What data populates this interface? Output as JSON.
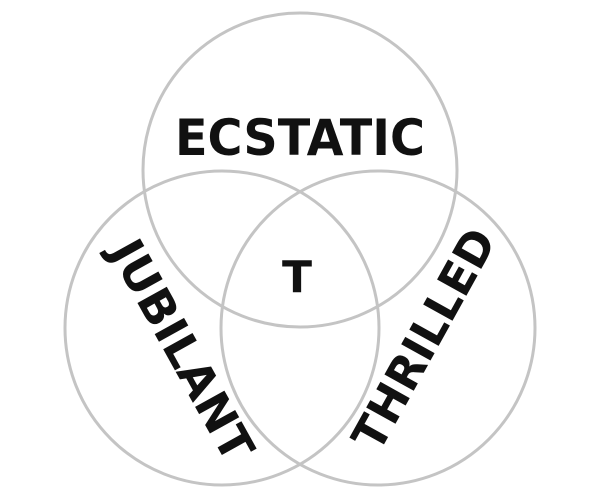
{
  "diagram": {
    "sets": [
      {
        "id": "top",
        "label": "ECSTATIC"
      },
      {
        "id": "left",
        "label": "JUBILANT"
      },
      {
        "id": "right",
        "label": "THRILLED"
      }
    ],
    "intersection_label": "T",
    "colors": {
      "ring": "#c4c4c4",
      "text": "#111111",
      "background": "#ffffff"
    }
  }
}
